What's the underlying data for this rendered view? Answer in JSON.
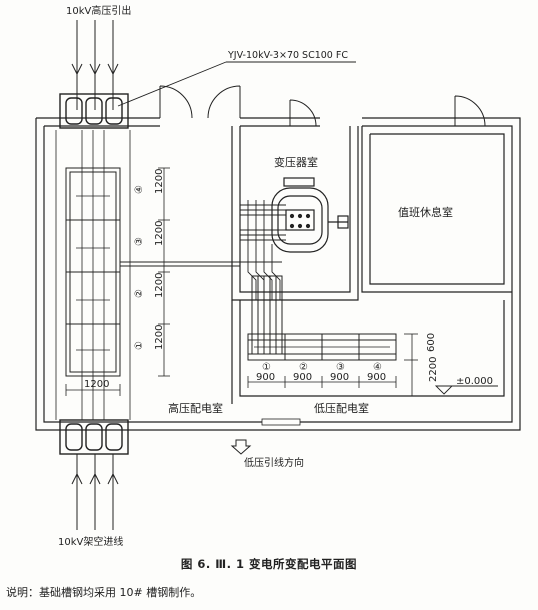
{
  "labels": {
    "hv_outlet": "10kV高压引出",
    "cable_spec": "YJV-10kV-3×70 SC100 FC",
    "transformer_room": "变压器室",
    "duty_room": "值班休息室",
    "hv_room": "高压配电室",
    "lv_room": "低压配电室",
    "lv_direction": "低压引线方向",
    "overhead_incoming": "10kV架空进线",
    "elevation": "±0.000"
  },
  "hv_panels": [
    {
      "num": "④",
      "dim": "1200"
    },
    {
      "num": "③",
      "dim": "1200"
    },
    {
      "num": "②",
      "dim": "1200"
    },
    {
      "num": "①",
      "dim": "1200"
    }
  ],
  "hv_panel_width": "1200",
  "lv_panels": [
    {
      "num": "①",
      "dim": "900"
    },
    {
      "num": "②",
      "dim": "900"
    },
    {
      "num": "③",
      "dim": "900"
    },
    {
      "num": "④",
      "dim": "900"
    }
  ],
  "lv_dims": {
    "depth": "600",
    "clearance": "2200"
  },
  "figure_caption": "图 6. Ⅲ. 1   变电所变配电平面图",
  "note": "说明：基础槽钢均采用 10# 槽钢制作。"
}
